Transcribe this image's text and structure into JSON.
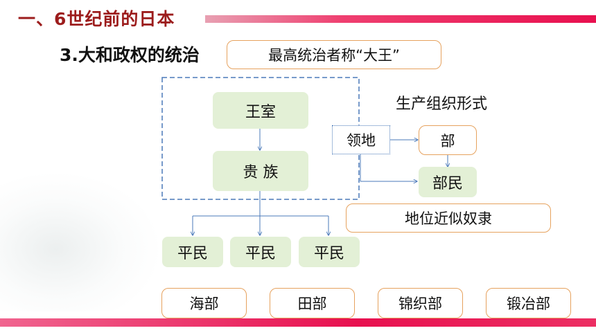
{
  "header": {
    "title": "一、6世纪前的日本",
    "section_title": "3.大和政权的统治"
  },
  "diagram": {
    "ruler_title": "最高统治者称“大王”",
    "production_label": "生产组织形式",
    "nodes": {
      "royal": "王室",
      "nobles": "贵 族",
      "territory": "领地",
      "bu": "部",
      "bumin": "部民",
      "status": "地位近似奴隶",
      "commoners": [
        "平民",
        "平民",
        "平民"
      ]
    },
    "bu_types": [
      "海部",
      "田部",
      "锦织部",
      "锻冶部"
    ]
  },
  "colors": {
    "title_red": "#9c1c1c",
    "accent_pink": "#e8104f",
    "box_border_orange": "#e6a25e",
    "box_fill_green": "#e3f0d6",
    "line_blue": "#4a79b9"
  }
}
